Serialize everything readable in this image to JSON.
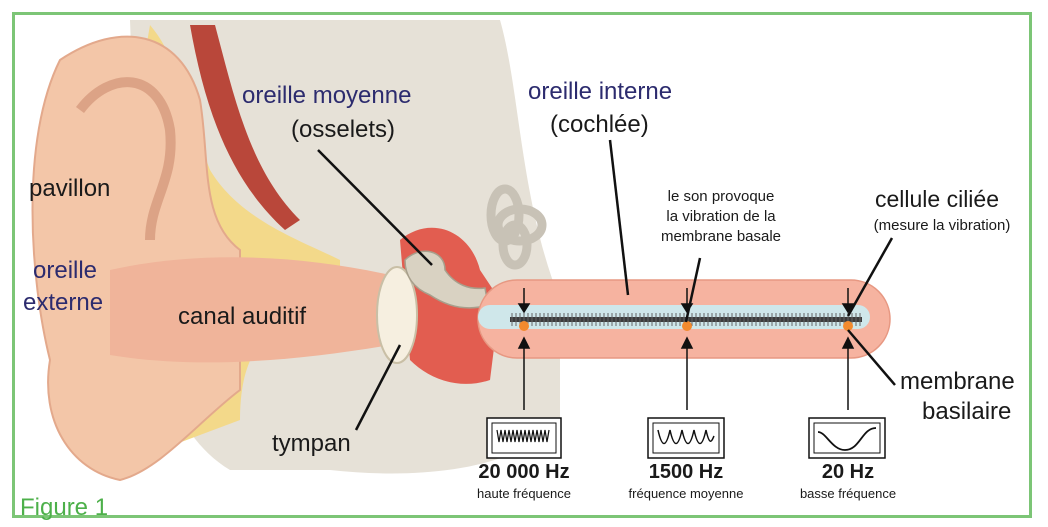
{
  "labels": {
    "middle_ear": "oreille moyenne",
    "ossicles": "(osselets)",
    "inner_ear": "oreille interne",
    "cochlea": "(cochlée)",
    "pinna": "pavillon",
    "outer_ear_line1": "oreille",
    "outer_ear_line2": "externe",
    "ear_canal": "canal auditif",
    "eardrum": "tympan",
    "vibration_line1": "le son provoque",
    "vibration_line2": "la vibration de la",
    "vibration_line3": "membrane basale",
    "hair_cell": "cellule ciliée",
    "hair_cell_note": "(mesure la vibration)",
    "basilar_line1": "membrane",
    "basilar_line2": "basilaire"
  },
  "frequencies": [
    {
      "value": "20 000 Hz",
      "description": "haute fréquence"
    },
    {
      "value": "1500 Hz",
      "description": "fréquence moyenne"
    },
    {
      "value": "20 Hz",
      "description": "basse fréquence"
    }
  ],
  "caption": "Figure 1",
  "colors": {
    "frame": "#7cc576",
    "caption": "#4db04a",
    "label_blue": "#2c2b6e",
    "skin": "#f3c6a8",
    "bone": "#e6e1d7",
    "fat": "#f3d98a",
    "muscle": "#b9473a",
    "middle_ear_red": "#e25d50",
    "cochlea_tube": "#f6b3a0",
    "membrane_orange": "#f28a2e"
  }
}
